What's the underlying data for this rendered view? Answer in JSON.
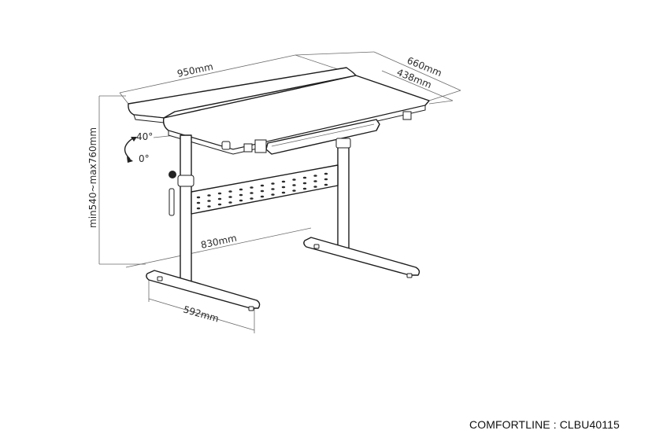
{
  "diagram": {
    "subject": "height-adjustable tilting desk",
    "dimensions": {
      "width": "950mm",
      "depth_total": "660mm",
      "depth_tilt_panel": "438mm",
      "height": "min540~max760mm",
      "tilt_max": "40°",
      "tilt_min": "0°",
      "leg_span": "830mm",
      "foot_length": "592mm"
    }
  },
  "caption": {
    "text": "COMFORTLINE : CLBU40115"
  }
}
